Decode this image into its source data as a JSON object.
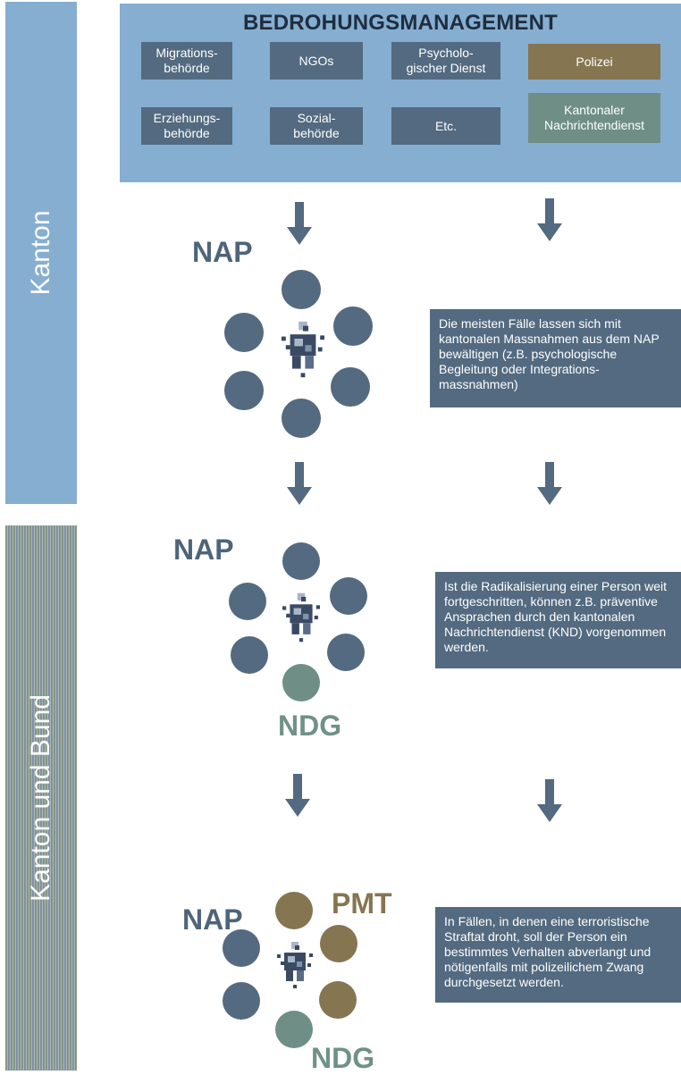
{
  "sidebar": {
    "top_label": "Kanton",
    "bottom_label": "Kanton und Bund"
  },
  "header": {
    "title": "BEDROHUNGSMANAGEMENT",
    "boxes": [
      "Migrations-\nbehörde",
      "NGOs",
      "Psycholo-\ngischer Dienst",
      "Polizei",
      "Erziehungs-\nbehörde",
      "Sozial-\nbehörde",
      "Etc.",
      "Kantonaler\nNachrichtendienst"
    ]
  },
  "stage1": {
    "nap": "NAP",
    "description": "Die meisten Fälle lassen sich mit kantonalen Massnahmen aus dem NAP bewältigen (z.B. psychologische Begleitung oder Integrations-massnahmen)"
  },
  "stage2": {
    "nap": "NAP",
    "ndg": "NDG",
    "description": "Ist die Radikalisierung einer Person weit fortgeschritten, können z.B. präventive Ansprachen durch den kantonalen Nachrichtendienst (KND) vorgenommen werden."
  },
  "stage3": {
    "nap": "NAP",
    "pmt": "PMT",
    "ndg": "NDG",
    "description": "In Fällen, in denen eine terroristische Straftat droht,  soll der Person ein bestimmtes Verhalten abverlangt und nötigenfalls mit polizeilichem Zwang durchgesetzt werden."
  },
  "colors": {
    "slate": "#536a80",
    "olive": "#857551",
    "teal": "#6f8f86",
    "light_blue": "#86aed1"
  }
}
